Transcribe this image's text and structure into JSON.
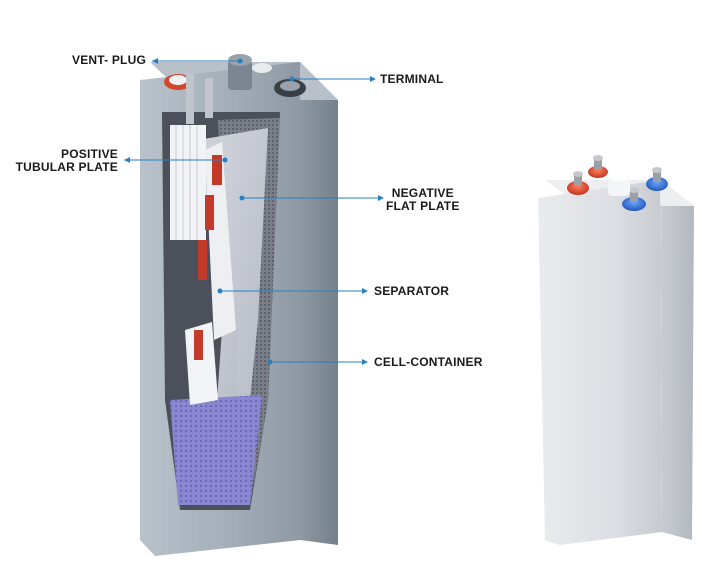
{
  "diagram": {
    "labels": {
      "vent_plug": "VENT- PLUG",
      "terminal": "TERMINAL",
      "positive_line1": "POSITIVE",
      "positive_line2": "TUBULAR PLATE",
      "negative_line1": "NEGATIVE",
      "negative_line2": "FLAT PLATE",
      "separator": "SEPARATOR",
      "cell_container": "CELL-CONTAINER"
    },
    "colors": {
      "leader_line": "#2a7fc1",
      "container": "#a9b3bd",
      "container_dark": "#8d98a3",
      "positive_terminal": "#d2452e",
      "negative_terminal": "#2f6fcf",
      "separator_fill": "#c9ccd4",
      "negative_plate": "#6f7480",
      "plate_purple": "#7d79c6"
    }
  }
}
